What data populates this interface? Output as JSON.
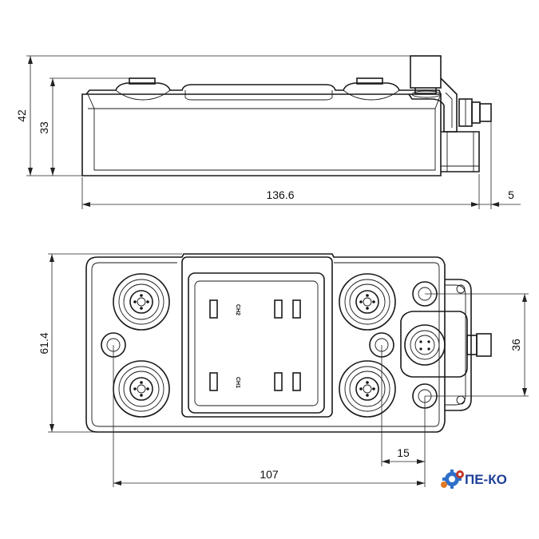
{
  "dimensions": {
    "overall_height": "42",
    "body_height": "33",
    "length": "136.6",
    "connector_offset": "5",
    "width": "61.4",
    "hole_spacing": "36",
    "connector_spacing": "15",
    "mount_spacing": "107"
  },
  "labels": {
    "ch1": "CH1",
    "ch2": "CH2"
  },
  "logo": {
    "text": "ПЕ-КО",
    "color": "#1f3f97",
    "accent": "#c0392b",
    "icon": "gear-icon"
  }
}
